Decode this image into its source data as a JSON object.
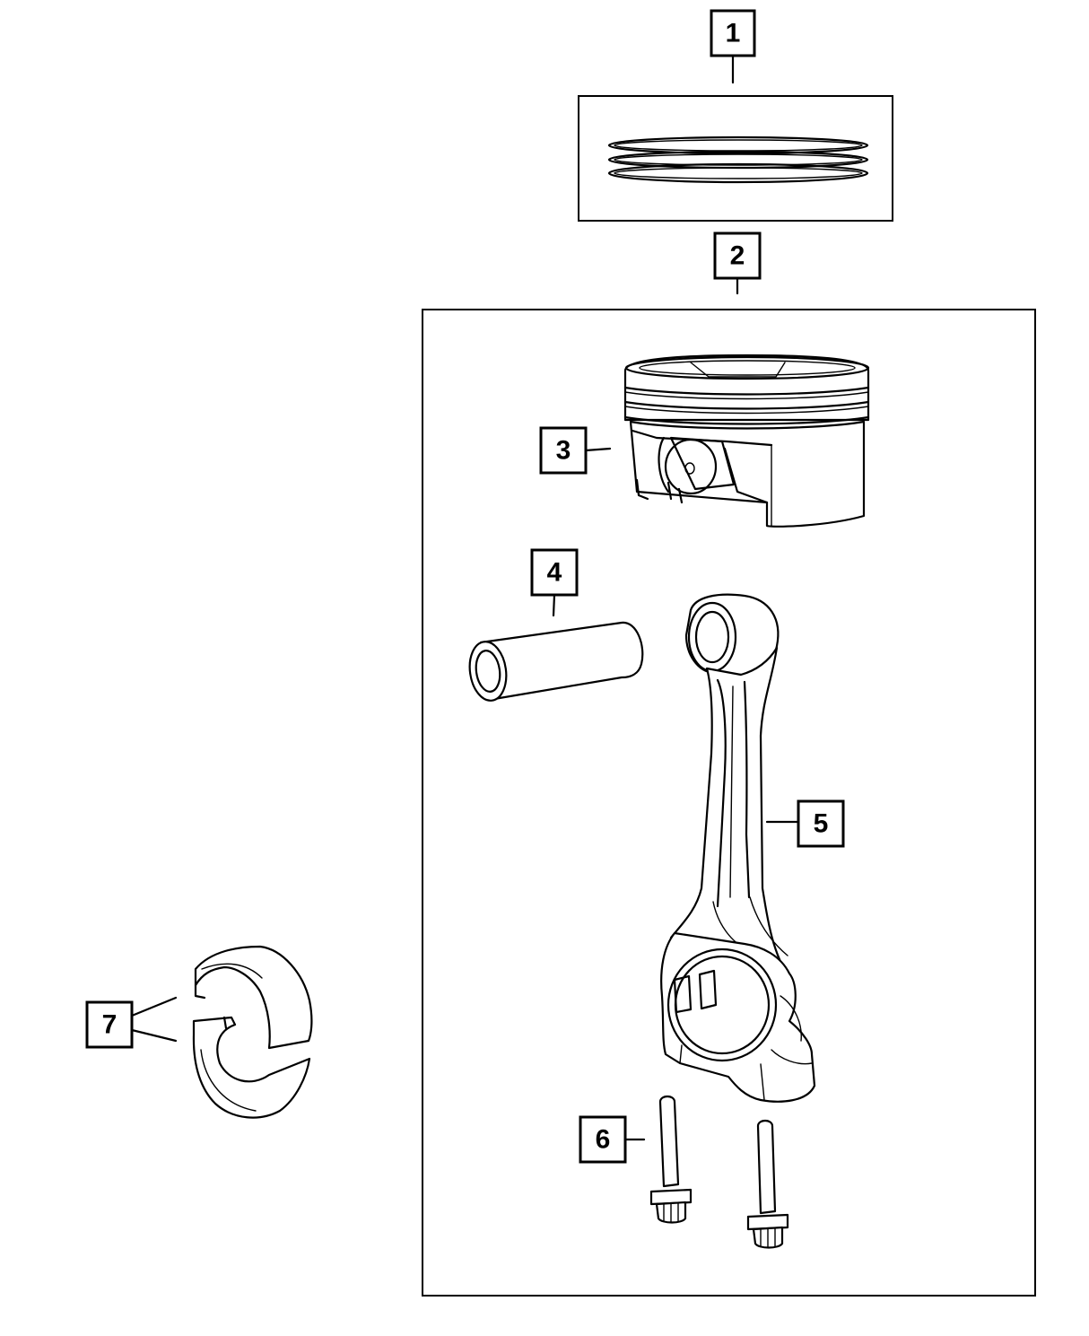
{
  "callouts": [
    {
      "id": "1",
      "label": "1",
      "part": "piston-rings"
    },
    {
      "id": "2",
      "label": "2",
      "part": "piston-and-rod-assembly"
    },
    {
      "id": "3",
      "label": "3",
      "part": "piston"
    },
    {
      "id": "4",
      "label": "4",
      "part": "piston-pin"
    },
    {
      "id": "5",
      "label": "5",
      "part": "connecting-rod"
    },
    {
      "id": "6",
      "label": "6",
      "part": "rod-bolts"
    },
    {
      "id": "7",
      "label": "7",
      "part": "rod-bearing-shells"
    }
  ],
  "colors": {
    "line": "#000000",
    "background": "#ffffff"
  }
}
